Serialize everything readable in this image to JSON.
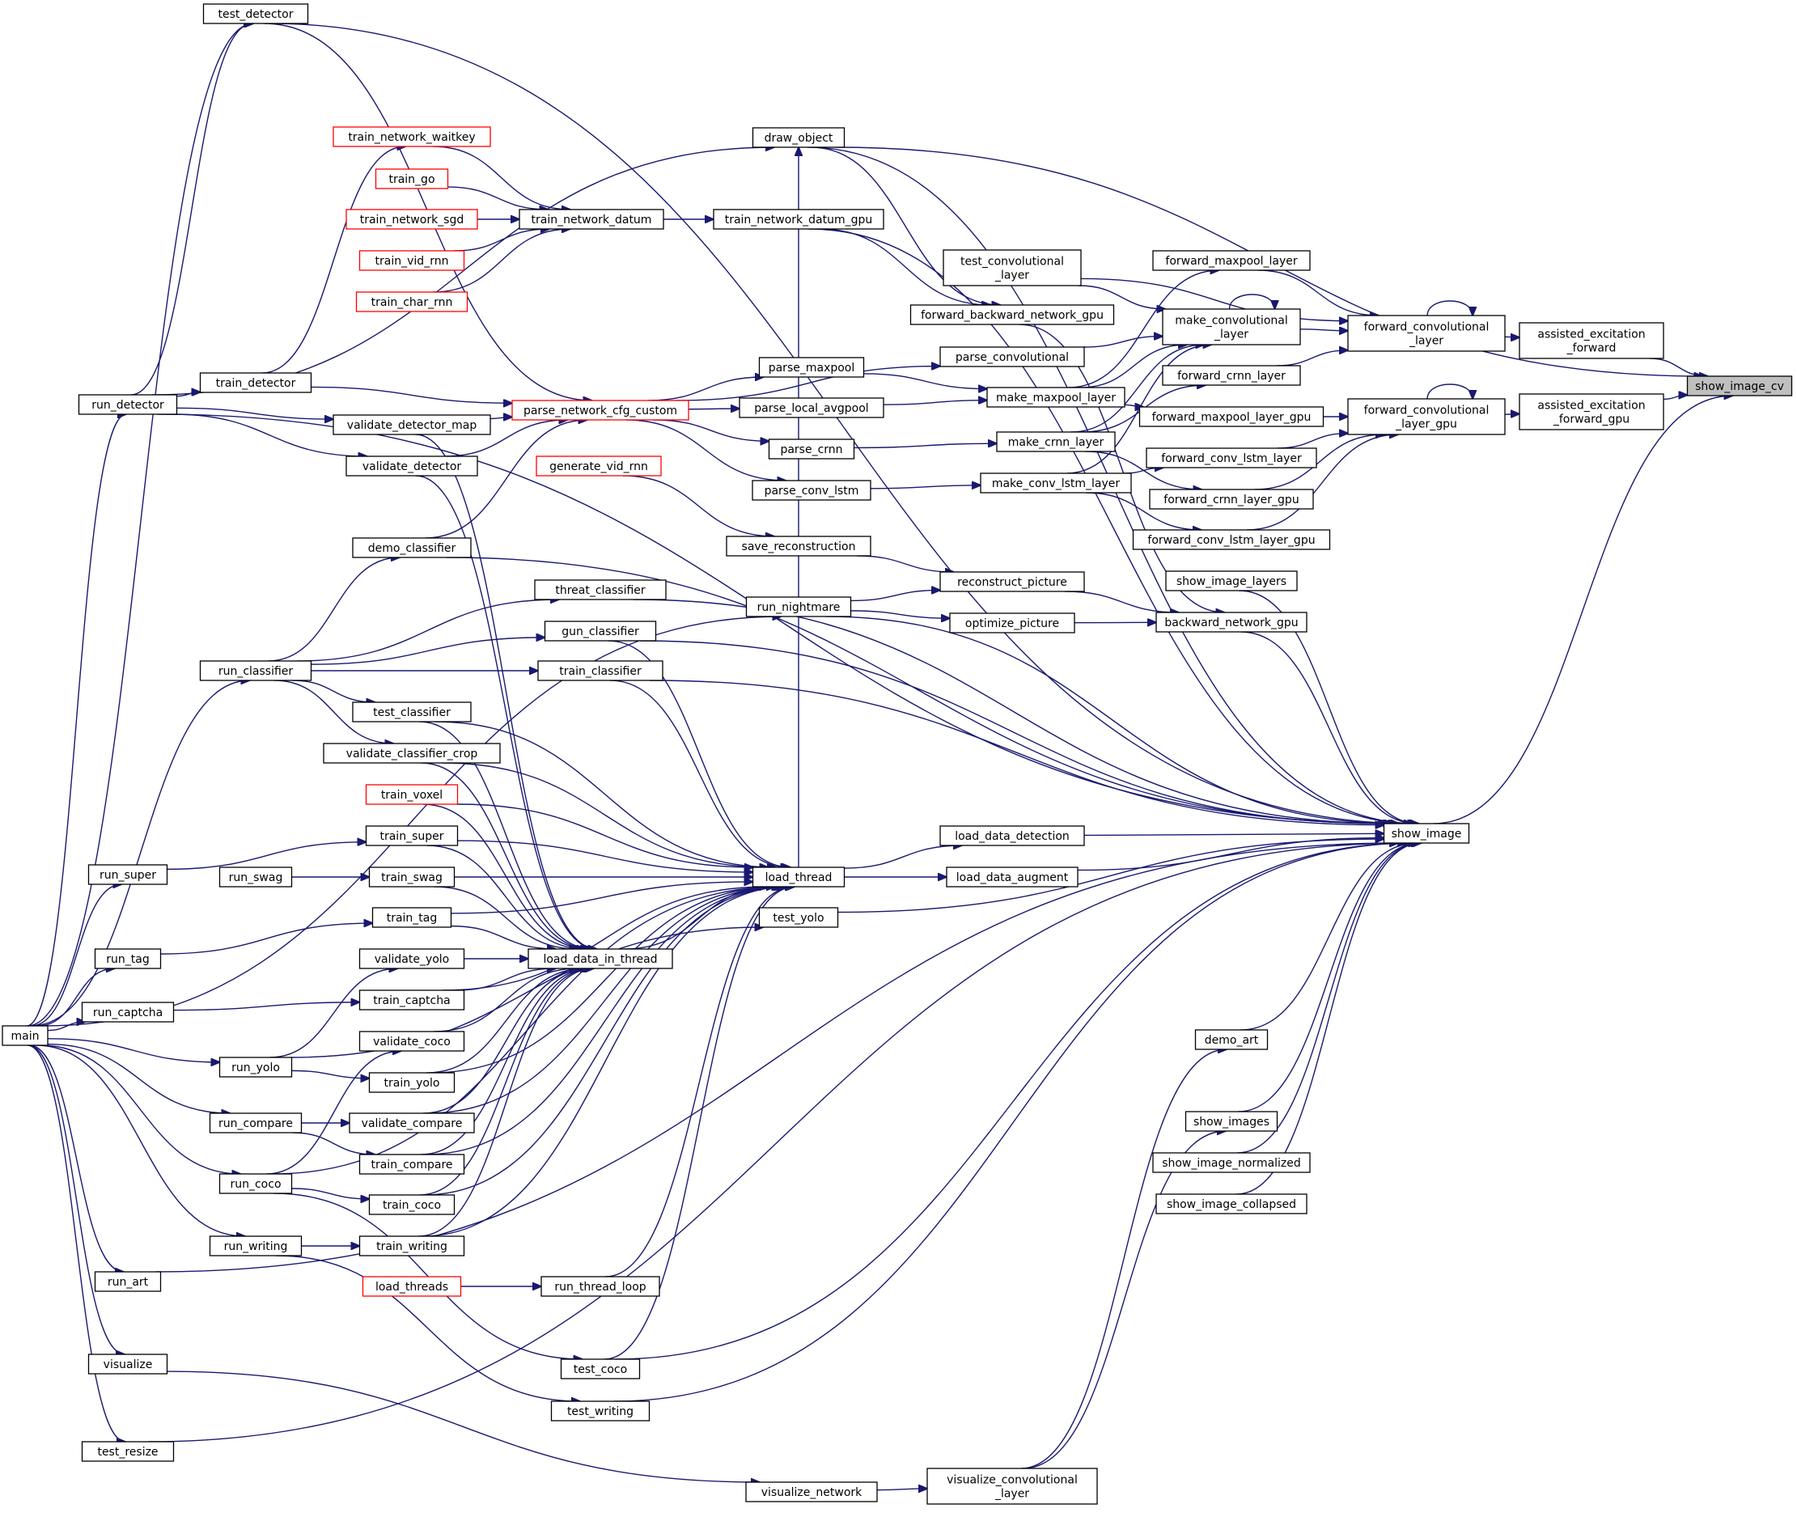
{
  "nodes": [
    {
      "id": "show_image_cv",
      "lines": [
        "show_image_cv"
      ],
      "style": "root"
    },
    {
      "id": "assisted_excitation_forward",
      "lines": [
        "assisted_excitation",
        "_forward"
      ]
    },
    {
      "id": "assisted_excitation_forward_gpu",
      "lines": [
        "assisted_excitation",
        "_forward_gpu"
      ]
    },
    {
      "id": "show_image",
      "lines": [
        "show_image"
      ]
    },
    {
      "id": "forward_convolutional_layer",
      "lines": [
        "forward_convolutional",
        "_layer"
      ]
    },
    {
      "id": "forward_convolutional_layer_gpu",
      "lines": [
        "forward_convolutional",
        "_layer_gpu"
      ]
    },
    {
      "id": "make_convolutional_layer",
      "lines": [
        "make_convolutional",
        "_layer"
      ]
    },
    {
      "id": "forward_maxpool_layer",
      "lines": [
        "forward_maxpool_layer"
      ]
    },
    {
      "id": "forward_crnn_layer",
      "lines": [
        "forward_crnn_layer"
      ]
    },
    {
      "id": "forward_maxpool_layer_gpu",
      "lines": [
        "forward_maxpool_layer_gpu"
      ]
    },
    {
      "id": "forward_conv_lstm_layer",
      "lines": [
        "forward_conv_lstm_layer"
      ]
    },
    {
      "id": "forward_crnn_layer_gpu",
      "lines": [
        "forward_crnn_layer_gpu"
      ]
    },
    {
      "id": "forward_conv_lstm_layer_gpu",
      "lines": [
        "forward_conv_lstm_layer_gpu"
      ]
    },
    {
      "id": "show_image_layers",
      "lines": [
        "show_image_layers"
      ]
    },
    {
      "id": "backward_network_gpu",
      "lines": [
        "backward_network_gpu"
      ]
    },
    {
      "id": "demo_art",
      "lines": [
        "demo_art"
      ]
    },
    {
      "id": "show_images",
      "lines": [
        "show_images"
      ]
    },
    {
      "id": "show_image_normalized",
      "lines": [
        "show_image_normalized"
      ]
    },
    {
      "id": "show_image_collapsed",
      "lines": [
        "show_image_collapsed"
      ]
    },
    {
      "id": "test_detector",
      "lines": [
        "test_detector"
      ]
    },
    {
      "id": "draw_object",
      "lines": [
        "draw_object"
      ]
    },
    {
      "id": "train_network_waitkey",
      "lines": [
        "train_network_waitkey"
      ],
      "style": "red"
    },
    {
      "id": "train_go",
      "lines": [
        "train_go"
      ],
      "style": "red"
    },
    {
      "id": "train_network_sgd",
      "lines": [
        "train_network_sgd"
      ],
      "style": "red"
    },
    {
      "id": "train_vid_rnn",
      "lines": [
        "train_vid_rnn"
      ],
      "style": "red"
    },
    {
      "id": "train_char_rnn",
      "lines": [
        "train_char_rnn"
      ],
      "style": "red"
    },
    {
      "id": "train_network_datum",
      "lines": [
        "train_network_datum"
      ]
    },
    {
      "id": "train_network_datum_gpu",
      "lines": [
        "train_network_datum_gpu"
      ]
    },
    {
      "id": "test_convolutional_layer",
      "lines": [
        "test_convolutional",
        "_layer"
      ]
    },
    {
      "id": "forward_backward_network_gpu",
      "lines": [
        "forward_backward_network_gpu"
      ]
    },
    {
      "id": "parse_convolutional",
      "lines": [
        "parse_convolutional"
      ]
    },
    {
      "id": "make_maxpool_layer",
      "lines": [
        "make_maxpool_layer"
      ]
    },
    {
      "id": "make_crnn_layer",
      "lines": [
        "make_crnn_layer"
      ]
    },
    {
      "id": "make_conv_lstm_layer",
      "lines": [
        "make_conv_lstm_layer"
      ]
    },
    {
      "id": "parse_maxpool",
      "lines": [
        "parse_maxpool"
      ]
    },
    {
      "id": "parse_local_avgpool",
      "lines": [
        "parse_local_avgpool"
      ]
    },
    {
      "id": "parse_crnn",
      "lines": [
        "parse_crnn"
      ]
    },
    {
      "id": "parse_conv_lstm",
      "lines": [
        "parse_conv_lstm"
      ]
    },
    {
      "id": "parse_network_cfg_custom",
      "lines": [
        "parse_network_cfg_custom"
      ],
      "style": "red"
    },
    {
      "id": "generate_vid_rnn",
      "lines": [
        "generate_vid_rnn"
      ],
      "style": "red"
    },
    {
      "id": "save_reconstruction",
      "lines": [
        "save_reconstruction"
      ]
    },
    {
      "id": "reconstruct_picture",
      "lines": [
        "reconstruct_picture"
      ]
    },
    {
      "id": "optimize_picture",
      "lines": [
        "optimize_picture"
      ]
    },
    {
      "id": "run_nightmare",
      "lines": [
        "run_nightmare"
      ]
    },
    {
      "id": "run_detector",
      "lines": [
        "run_detector"
      ]
    },
    {
      "id": "train_detector",
      "lines": [
        "train_detector"
      ]
    },
    {
      "id": "validate_detector_map",
      "lines": [
        "validate_detector_map"
      ]
    },
    {
      "id": "validate_detector",
      "lines": [
        "validate_detector"
      ]
    },
    {
      "id": "demo_classifier",
      "lines": [
        "demo_classifier"
      ]
    },
    {
      "id": "threat_classifier",
      "lines": [
        "threat_classifier"
      ]
    },
    {
      "id": "gun_classifier",
      "lines": [
        "gun_classifier"
      ]
    },
    {
      "id": "train_classifier",
      "lines": [
        "train_classifier"
      ]
    },
    {
      "id": "run_classifier",
      "lines": [
        "run_classifier"
      ]
    },
    {
      "id": "test_classifier",
      "lines": [
        "test_classifier"
      ]
    },
    {
      "id": "validate_classifier_crop",
      "lines": [
        "validate_classifier_crop"
      ]
    },
    {
      "id": "train_voxel",
      "lines": [
        "train_voxel"
      ],
      "style": "red"
    },
    {
      "id": "train_super",
      "lines": [
        "train_super"
      ]
    },
    {
      "id": "run_super",
      "lines": [
        "run_super"
      ]
    },
    {
      "id": "run_swag",
      "lines": [
        "run_swag"
      ]
    },
    {
      "id": "train_swag",
      "lines": [
        "train_swag"
      ]
    },
    {
      "id": "train_tag",
      "lines": [
        "train_tag"
      ]
    },
    {
      "id": "run_tag",
      "lines": [
        "run_tag"
      ]
    },
    {
      "id": "validate_yolo",
      "lines": [
        "validate_yolo"
      ]
    },
    {
      "id": "train_captcha",
      "lines": [
        "train_captcha"
      ]
    },
    {
      "id": "run_captcha",
      "lines": [
        "run_captcha"
      ]
    },
    {
      "id": "main",
      "lines": [
        "main"
      ]
    },
    {
      "id": "validate_coco",
      "lines": [
        "validate_coco"
      ]
    },
    {
      "id": "run_yolo",
      "lines": [
        "run_yolo"
      ]
    },
    {
      "id": "train_yolo",
      "lines": [
        "train_yolo"
      ]
    },
    {
      "id": "run_compare",
      "lines": [
        "run_compare"
      ]
    },
    {
      "id": "validate_compare",
      "lines": [
        "validate_compare"
      ]
    },
    {
      "id": "train_compare",
      "lines": [
        "train_compare"
      ]
    },
    {
      "id": "run_coco",
      "lines": [
        "run_coco"
      ]
    },
    {
      "id": "train_coco",
      "lines": [
        "train_coco"
      ]
    },
    {
      "id": "run_writing",
      "lines": [
        "run_writing"
      ]
    },
    {
      "id": "train_writing",
      "lines": [
        "train_writing"
      ]
    },
    {
      "id": "load_threads",
      "lines": [
        "load_threads"
      ],
      "style": "red"
    },
    {
      "id": "run_thread_loop",
      "lines": [
        "run_thread_loop"
      ]
    },
    {
      "id": "run_art",
      "lines": [
        "run_art"
      ]
    },
    {
      "id": "test_coco",
      "lines": [
        "test_coco"
      ]
    },
    {
      "id": "visualize",
      "lines": [
        "visualize"
      ]
    },
    {
      "id": "test_writing",
      "lines": [
        "test_writing"
      ]
    },
    {
      "id": "test_resize",
      "lines": [
        "test_resize"
      ]
    },
    {
      "id": "visualize_network",
      "lines": [
        "visualize_network"
      ]
    },
    {
      "id": "visualize_convolutional_layer",
      "lines": [
        "visualize_convolutional",
        "_layer"
      ]
    },
    {
      "id": "load_thread",
      "lines": [
        "load_thread"
      ]
    },
    {
      "id": "load_data_in_thread",
      "lines": [
        "load_data_in_thread"
      ]
    },
    {
      "id": "load_data_detection",
      "lines": [
        "load_data_detection"
      ]
    },
    {
      "id": "load_data_augment",
      "lines": [
        "load_data_augment"
      ]
    },
    {
      "id": "test_yolo",
      "lines": [
        "test_yolo"
      ]
    }
  ],
  "edges": [
    [
      "assisted_excitation_forward",
      "show_image_cv"
    ],
    [
      "assisted_excitation_forward_gpu",
      "show_image_cv"
    ],
    [
      "show_image",
      "show_image_cv"
    ],
    [
      "draw_object",
      "show_image_cv"
    ],
    [
      "forward_convolutional_layer",
      "assisted_excitation_forward"
    ],
    [
      "forward_convolutional_layer_gpu",
      "assisted_excitation_forward_gpu"
    ],
    [
      "forward_convolutional_layer",
      "forward_convolutional_layer"
    ],
    [
      "forward_convolutional_layer_gpu",
      "forward_convolutional_layer_gpu"
    ],
    [
      "make_convolutional_layer",
      "forward_convolutional_layer"
    ],
    [
      "forward_maxpool_layer",
      "forward_convolutional_layer"
    ],
    [
      "forward_crnn_layer",
      "forward_convolutional_layer"
    ],
    [
      "test_convolutional_layer",
      "forward_convolutional_layer"
    ],
    [
      "forward_maxpool_layer_gpu",
      "forward_convolutional_layer_gpu"
    ],
    [
      "forward_conv_lstm_layer",
      "forward_convolutional_layer_gpu"
    ],
    [
      "forward_crnn_layer_gpu",
      "forward_convolutional_layer_gpu"
    ],
    [
      "forward_conv_lstm_layer_gpu",
      "forward_convolutional_layer_gpu"
    ],
    [
      "make_convolutional_layer",
      "make_convolutional_layer"
    ],
    [
      "test_convolutional_layer",
      "make_convolutional_layer"
    ],
    [
      "parse_convolutional",
      "make_convolutional_layer"
    ],
    [
      "make_maxpool_layer",
      "make_convolutional_layer"
    ],
    [
      "make_crnn_layer",
      "make_convolutional_layer"
    ],
    [
      "make_conv_lstm_layer",
      "make_convolutional_layer"
    ],
    [
      "make_maxpool_layer",
      "forward_maxpool_layer"
    ],
    [
      "make_crnn_layer",
      "forward_crnn_layer"
    ],
    [
      "make_maxpool_layer",
      "forward_maxpool_layer_gpu"
    ],
    [
      "make_conv_lstm_layer",
      "forward_conv_lstm_layer"
    ],
    [
      "make_crnn_layer",
      "forward_crnn_layer_gpu"
    ],
    [
      "make_conv_lstm_layer",
      "forward_conv_lstm_layer_gpu"
    ],
    [
      "parse_maxpool",
      "make_maxpool_layer"
    ],
    [
      "parse_local_avgpool",
      "make_maxpool_layer"
    ],
    [
      "parse_crnn",
      "make_crnn_layer"
    ],
    [
      "parse_conv_lstm",
      "make_conv_lstm_layer"
    ],
    [
      "parse_network_cfg_custom",
      "parse_convolutional"
    ],
    [
      "parse_network_cfg_custom",
      "parse_maxpool"
    ],
    [
      "parse_network_cfg_custom",
      "parse_local_avgpool"
    ],
    [
      "parse_network_cfg_custom",
      "parse_crnn"
    ],
    [
      "parse_network_cfg_custom",
      "parse_conv_lstm"
    ],
    [
      "train_detector",
      "parse_network_cfg_custom"
    ],
    [
      "validate_detector_map",
      "parse_network_cfg_custom"
    ],
    [
      "validate_detector",
      "parse_network_cfg_custom"
    ],
    [
      "demo_classifier",
      "parse_network_cfg_custom"
    ],
    [
      "test_detector",
      "parse_network_cfg_custom"
    ],
    [
      "train_network_waitkey",
      "train_network_datum"
    ],
    [
      "train_go",
      "train_network_datum"
    ],
    [
      "train_network_sgd",
      "train_network_datum"
    ],
    [
      "train_vid_rnn",
      "train_network_datum"
    ],
    [
      "train_char_rnn",
      "train_network_datum"
    ],
    [
      "train_network_datum",
      "train_network_datum_gpu"
    ],
    [
      "train_network_datum_gpu",
      "forward_backward_network_gpu"
    ],
    [
      "forward_backward_network_gpu",
      "backward_network_gpu"
    ],
    [
      "draw_object",
      "forward_backward_network_gpu"
    ],
    [
      "train_network_datum_gpu",
      "show_image"
    ],
    [
      "test_detector",
      "show_image"
    ],
    [
      "draw_object",
      "show_image"
    ],
    [
      "show_image_layers",
      "show_image"
    ],
    [
      "backward_network_gpu",
      "show_image"
    ],
    [
      "demo_art",
      "show_image"
    ],
    [
      "show_images",
      "show_image"
    ],
    [
      "show_image_normalized",
      "show_image"
    ],
    [
      "show_image_collapsed",
      "show_image"
    ],
    [
      "load_data_detection",
      "show_image"
    ],
    [
      "load_data_augment",
      "show_image"
    ],
    [
      "test_yolo",
      "show_image"
    ],
    [
      "run_nightmare",
      "show_image"
    ],
    [
      "threat_classifier",
      "show_image"
    ],
    [
      "gun_classifier",
      "show_image"
    ],
    [
      "train_classifier",
      "show_image"
    ],
    [
      "demo_classifier",
      "show_image"
    ],
    [
      "test_writing",
      "show_image"
    ],
    [
      "test_coco",
      "show_image"
    ],
    [
      "test_resize",
      "show_image"
    ],
    [
      "run_art",
      "show_image"
    ],
    [
      "run_detector",
      "show_image"
    ],
    [
      "reconstruct_picture",
      "backward_network_gpu"
    ],
    [
      "optimize_picture",
      "backward_network_gpu"
    ],
    [
      "save_reconstruction",
      "reconstruct_picture"
    ],
    [
      "generate_vid_rnn",
      "save_reconstruction"
    ],
    [
      "run_nightmare",
      "reconstruct_picture"
    ],
    [
      "run_nightmare",
      "optimize_picture"
    ],
    [
      "visualize_convolutional_layer",
      "demo_art"
    ],
    [
      "visualize_convolutional_layer",
      "show_images"
    ],
    [
      "visualize_network",
      "visualize_convolutional_layer"
    ],
    [
      "visualize",
      "visualize_network"
    ],
    [
      "run_detector",
      "test_detector"
    ],
    [
      "main",
      "test_detector"
    ],
    [
      "run_detector",
      "train_detector"
    ],
    [
      "run_detector",
      "validate_detector_map"
    ],
    [
      "run_detector",
      "validate_detector"
    ],
    [
      "main",
      "run_detector"
    ],
    [
      "train_detector",
      "train_network_waitkey"
    ],
    [
      "run_detector",
      "draw_object"
    ],
    [
      "load_thread",
      "draw_object"
    ],
    [
      "run_classifier",
      "demo_classifier"
    ],
    [
      "run_classifier",
      "threat_classifier"
    ],
    [
      "run_classifier",
      "gun_classifier"
    ],
    [
      "run_classifier",
      "train_classifier"
    ],
    [
      "run_classifier",
      "test_classifier"
    ],
    [
      "run_classifier",
      "validate_classifier_crop"
    ],
    [
      "main",
      "run_classifier"
    ],
    [
      "main",
      "run_nightmare"
    ],
    [
      "load_data_in_thread",
      "load_thread"
    ],
    [
      "load_thread",
      "load_data_detection"
    ],
    [
      "load_thread",
      "load_data_augment"
    ],
    [
      "test_classifier",
      "load_thread"
    ],
    [
      "validate_classifier_crop",
      "load_thread"
    ],
    [
      "train_voxel",
      "load_thread"
    ],
    [
      "train_super",
      "load_thread"
    ],
    [
      "train_swag",
      "load_thread"
    ],
    [
      "train_tag",
      "load_thread"
    ],
    [
      "train_captcha",
      "load_thread"
    ],
    [
      "train_yolo",
      "load_thread"
    ],
    [
      "validate_compare",
      "load_thread"
    ],
    [
      "train_compare",
      "load_thread"
    ],
    [
      "train_coco",
      "load_thread"
    ],
    [
      "train_writing",
      "load_thread"
    ],
    [
      "run_thread_loop",
      "load_thread"
    ],
    [
      "test_coco",
      "load_thread"
    ],
    [
      "run_coco",
      "load_thread"
    ],
    [
      "gun_classifier",
      "load_thread"
    ],
    [
      "train_classifier",
      "load_thread"
    ],
    [
      "test_classifier",
      "load_data_in_thread"
    ],
    [
      "validate_classifier_crop",
      "load_data_in_thread"
    ],
    [
      "train_voxel",
      "load_data_in_thread"
    ],
    [
      "train_super",
      "load_data_in_thread"
    ],
    [
      "train_swag",
      "load_data_in_thread"
    ],
    [
      "train_tag",
      "load_data_in_thread"
    ],
    [
      "validate_yolo",
      "load_data_in_thread"
    ],
    [
      "train_captcha",
      "load_data_in_thread"
    ],
    [
      "validate_coco",
      "load_data_in_thread"
    ],
    [
      "train_yolo",
      "load_data_in_thread"
    ],
    [
      "validate_compare",
      "load_data_in_thread"
    ],
    [
      "train_compare",
      "load_data_in_thread"
    ],
    [
      "train_coco",
      "load_data_in_thread"
    ],
    [
      "train_writing",
      "load_data_in_thread"
    ],
    [
      "validate_detector_map",
      "load_data_in_thread"
    ],
    [
      "validate_detector",
      "load_data_in_thread"
    ],
    [
      "load_threads",
      "run_thread_loop"
    ],
    [
      "run_swag",
      "train_swag"
    ],
    [
      "run_super",
      "train_super"
    ],
    [
      "run_tag",
      "train_tag"
    ],
    [
      "run_captcha",
      "train_captcha"
    ],
    [
      "run_yolo",
      "validate_yolo"
    ],
    [
      "run_yolo",
      "train_yolo"
    ],
    [
      "run_coco",
      "validate_coco"
    ],
    [
      "run_coco",
      "train_coco"
    ],
    [
      "run_coco",
      "test_coco"
    ],
    [
      "run_compare",
      "validate_compare"
    ],
    [
      "run_compare",
      "train_compare"
    ],
    [
      "run_writing",
      "train_writing"
    ],
    [
      "run_writing",
      "test_writing"
    ],
    [
      "run_yolo",
      "test_yolo"
    ],
    [
      "main",
      "run_super"
    ],
    [
      "main",
      "run_tag"
    ],
    [
      "main",
      "run_captcha"
    ],
    [
      "main",
      "run_yolo"
    ],
    [
      "main",
      "run_compare"
    ],
    [
      "main",
      "run_coco"
    ],
    [
      "main",
      "run_writing"
    ],
    [
      "main",
      "run_art"
    ],
    [
      "main",
      "visualize"
    ],
    [
      "main",
      "test_resize"
    ]
  ]
}
